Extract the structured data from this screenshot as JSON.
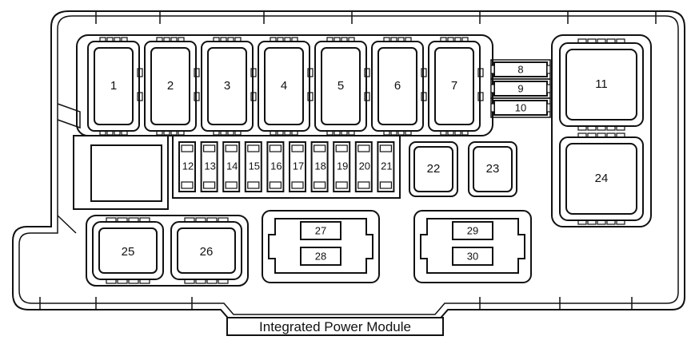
{
  "title": "Integrated Power Module",
  "large_fuses": [
    "1",
    "2",
    "3",
    "4",
    "5",
    "6",
    "7"
  ],
  "small_fuses_right": [
    "8",
    "9",
    "10"
  ],
  "relays_right": [
    "11",
    "24"
  ],
  "mini_fuses": [
    "12",
    "13",
    "14",
    "15",
    "16",
    "17",
    "18",
    "19",
    "20",
    "21"
  ],
  "square_relays": [
    "22",
    "23"
  ],
  "lower_relays": [
    "25",
    "26"
  ],
  "fuse_blocks": [
    {
      "top": "27",
      "bottom": "28"
    },
    {
      "top": "29",
      "bottom": "30"
    }
  ]
}
